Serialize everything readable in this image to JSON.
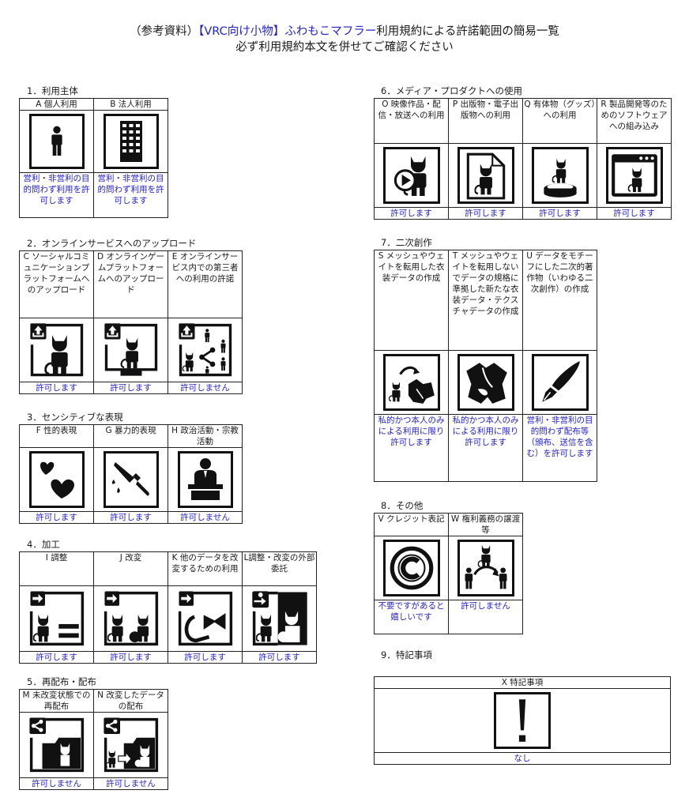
{
  "header": {
    "line1_prefix": "（参考資料）",
    "line1_product": "【VRC向け小物】ふわもこマフラー",
    "line1_suffix": "利用規約による許諾範囲の簡易一覧",
    "line2": "必ず利用規約本文を併せてご確認ください"
  },
  "colors": {
    "result_text": "#2424c8",
    "border": "#222222",
    "icon": "#111111"
  },
  "sections": [
    {
      "title": "1．利用主体",
      "items": [
        {
          "label": "A 個人利用",
          "icon": "person-icon",
          "result": "営利・非営利の目的問わず利用を許可します"
        },
        {
          "label": "B 法人利用",
          "icon": "building-icon",
          "result": "営利・非営利の目的問わず利用を許可します"
        }
      ]
    },
    {
      "title": "2．オンラインサービスへのアップロード",
      "items": [
        {
          "label": "C ソーシャルコミュニケーションプラットフォームへのアップロード",
          "icon": "upload-avatar-icon",
          "result": "許可します"
        },
        {
          "label": "D オンラインゲームプラットフォームへのアップロード",
          "icon": "upload-monitor-icon",
          "result": "許可します"
        },
        {
          "label": "E オンラインサービス内での第三者への利用の許諾",
          "icon": "upload-share-icon",
          "result": "許可しません"
        }
      ]
    },
    {
      "title": "3．センシティブな表現",
      "items": [
        {
          "label": "F 性的表現",
          "icon": "hearts-icon",
          "result": "許可します"
        },
        {
          "label": "G 暴力的表現",
          "icon": "knife-icon",
          "result": "許可します"
        },
        {
          "label": "H 政治活動・宗教活動",
          "icon": "podium-speaker-icon",
          "result": "許可しません"
        }
      ]
    },
    {
      "title": "4．加工",
      "items": [
        {
          "label": "I 調整",
          "icon": "adjust-equal-icon",
          "result": "許可します"
        },
        {
          "label": "J 改変",
          "icon": "modify-icon",
          "result": "許可します"
        },
        {
          "label": "K 他のデータを改変するための利用",
          "icon": "parts-reuse-icon",
          "result": "許可します"
        },
        {
          "label": "L調整・改変の外部委託",
          "icon": "outsource-icon",
          "result": "許可します"
        }
      ]
    },
    {
      "title": "5．再配布・配布",
      "items": [
        {
          "label": "M 未改変状態での再配布",
          "icon": "share-folder-icon",
          "result": "許可しません"
        },
        {
          "label": "N 改変したデータの配布",
          "icon": "share-modified-icon",
          "result": "許可しません"
        }
      ]
    },
    {
      "title": "6．メディア・プロダクトへの使用",
      "items": [
        {
          "label": "O 映像作品・配信・放送への利用",
          "icon": "video-play-icon",
          "result": "許可します"
        },
        {
          "label": "P 出版物・電子出版物への利用",
          "icon": "document-icon",
          "result": "許可します"
        },
        {
          "label": "Q 有体物（グッズ）への利用",
          "icon": "figure-goods-icon",
          "result": "許可します"
        },
        {
          "label": "R 製品開発等のためのソフトウェアへの組み込み",
          "icon": "software-window-icon",
          "result": "許可します"
        }
      ]
    },
    {
      "title": "7．二次創作",
      "items": [
        {
          "label": "S メッシュやウェイトを転用した衣装データの作成",
          "icon": "outfit-transfer-icon",
          "result": "私的かつ本人のみによる利用に限り許可します"
        },
        {
          "label": "T メッシュやウェイトを転用しないでデータの規格に準拠した新たな衣装データ・テクスチャデータの作成",
          "icon": "outfit-icon",
          "result": "私的かつ本人のみによる利用に限り許可します"
        },
        {
          "label": "U データをモチーフにした二次的著作物（いわゆる二次創作）の作成",
          "icon": "pen-nib-icon",
          "result": "営利・非営利の目的問わず配布等（頒布、送信を含む）を許可します"
        }
      ]
    },
    {
      "title": "8．その他",
      "items": [
        {
          "label": "V クレジット表記",
          "icon": "copyright-icon",
          "result": "不要ですがあると嬉しいです"
        },
        {
          "label": "W 権利義務の譲渡等",
          "icon": "transfer-rights-icon",
          "result": "許可しません"
        }
      ]
    },
    {
      "title": "9．特記事項",
      "items": [
        {
          "label": "X 特記事項",
          "icon": "exclamation-icon",
          "result": "なし"
        }
      ]
    }
  ]
}
